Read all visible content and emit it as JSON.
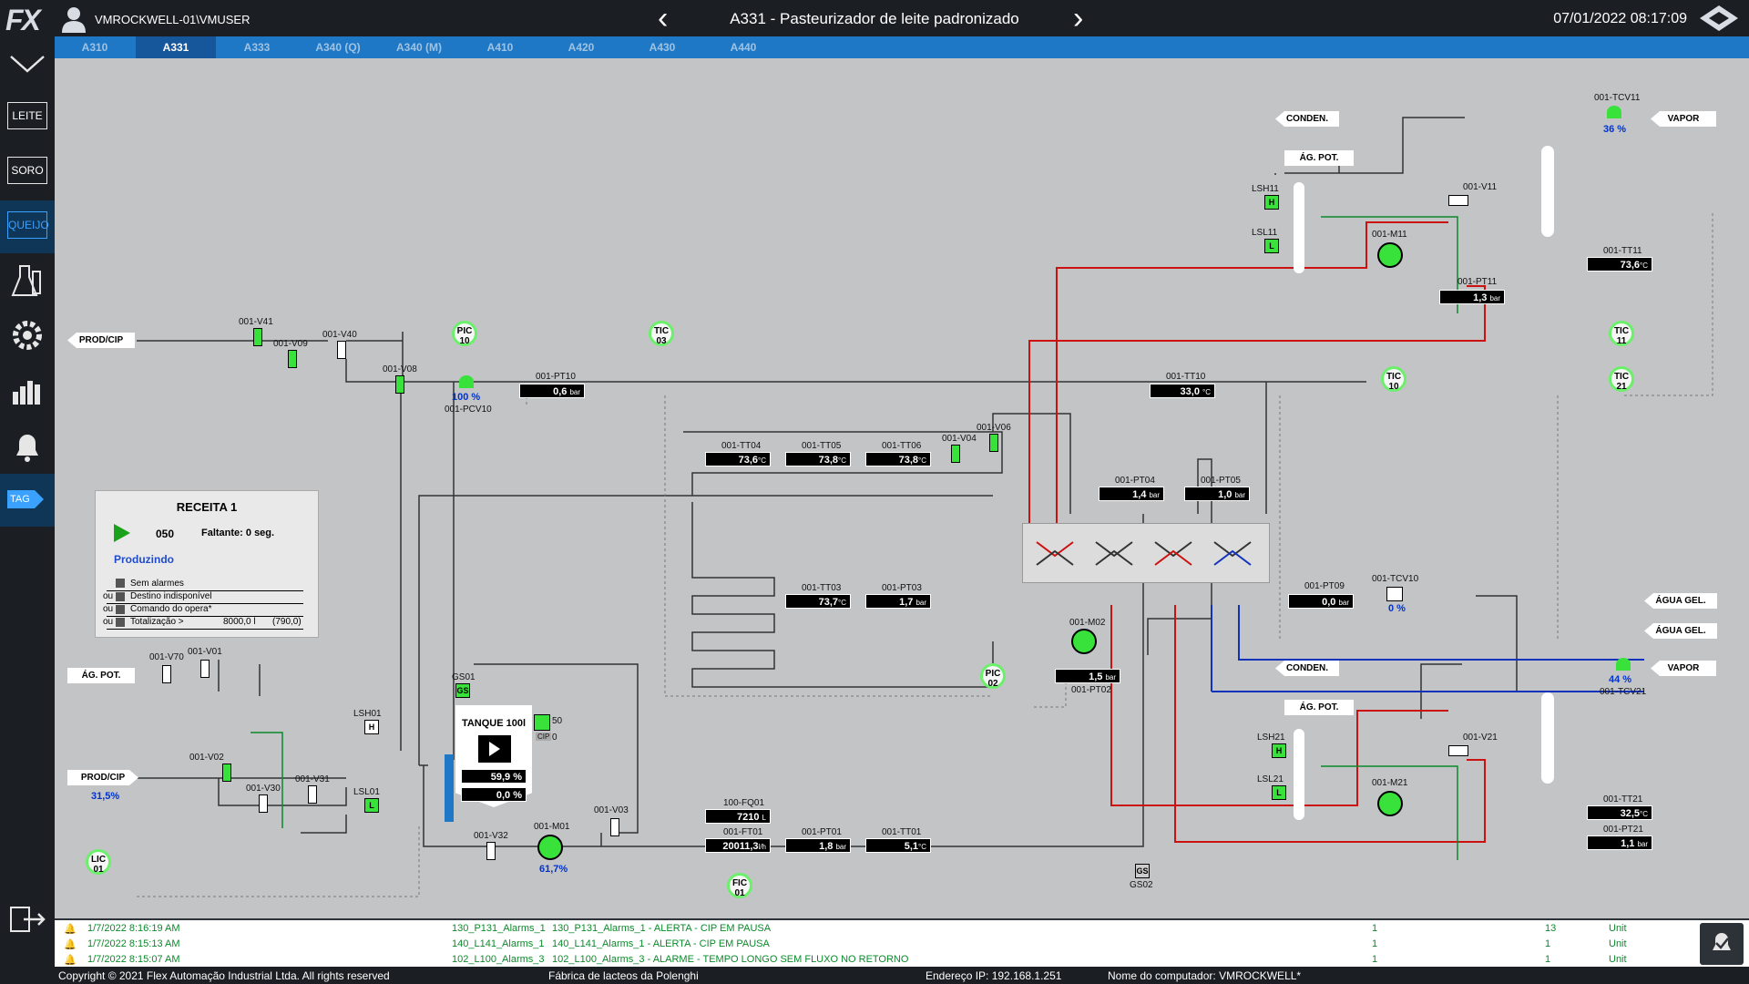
{
  "header": {
    "logo": "FX",
    "user": "VMROCKWELL-01\\VMUSER",
    "title": "A331 - Pasteurizador de leite padronizado",
    "datetime": "07/01/2022 08:17:09"
  },
  "tabs": [
    "A310",
    "A331",
    "A333",
    "A340 (Q)",
    "A340 (M)",
    "A410",
    "A420",
    "A430",
    "A440"
  ],
  "active_tab": "A331",
  "sidebar": {
    "items": [
      {
        "label": "LEITE"
      },
      {
        "label": "SORO"
      },
      {
        "label": "QUEIJO"
      }
    ],
    "tag_label": "TAG"
  },
  "recipe": {
    "title": "RECEITA 1",
    "step": "050",
    "remaining": "Faltante: 0 seg.",
    "status": "Produzindo",
    "conditions": [
      {
        "prefix": "",
        "text": "Sem alarmes"
      },
      {
        "prefix": "ou",
        "text": "Destino indisponível"
      },
      {
        "prefix": "ou",
        "text": "Comando do opera*"
      },
      {
        "prefix": "ou",
        "text": "Totalização >",
        "value": "8000,0 l",
        "extra": "(790,0)"
      }
    ]
  },
  "connectors": {
    "prod_cip_top": "PROD/CIP",
    "ag_pot_left": "ÁG. POT.",
    "prod_cip_left": "PROD/CIP",
    "conden_top": "CONDEN.",
    "ag_pot_top": "ÁG. POT.",
    "vapor_top": "VAPOR",
    "agua_gel_1": "ÁGUA GEL.",
    "agua_gel_2": "ÁGUA GEL.",
    "conden_bottom": "CONDEN.",
    "ag_pot_bottom": "ÁG. POT.",
    "vapor_bottom": "VAPOR"
  },
  "instruments": {
    "pt10": {
      "tag": "001-PT10",
      "value": "0,6",
      "unit": "bar"
    },
    "tt10": {
      "tag": "001-TT10",
      "value": "33,0",
      "unit": "°C"
    },
    "tt04": {
      "tag": "001-TT04",
      "value": "73,6",
      "unit": "°C"
    },
    "tt05": {
      "tag": "001-TT05",
      "value": "73,8",
      "unit": "°C"
    },
    "tt06": {
      "tag": "001-TT06",
      "value": "73,8",
      "unit": "°C"
    },
    "tt03": {
      "tag": "001-TT03",
      "value": "73,7",
      "unit": "°C"
    },
    "pt03": {
      "tag": "001-PT03",
      "value": "1,7",
      "unit": "bar"
    },
    "pt04": {
      "tag": "001-PT04",
      "value": "1,4",
      "unit": "bar"
    },
    "pt05": {
      "tag": "001-PT05",
      "value": "1,0",
      "unit": "bar"
    },
    "pt09": {
      "tag": "001-PT09",
      "value": "0,0",
      "unit": "bar"
    },
    "pt02": {
      "tag": "001-PT02",
      "value": "1,5",
      "unit": "bar"
    },
    "pt11": {
      "tag": "001-PT11",
      "value": "1,3",
      "unit": "bar"
    },
    "tt11": {
      "tag": "001-TT11",
      "value": "73,6",
      "unit": "°C"
    },
    "tt21": {
      "tag": "001-TT21",
      "value": "32,5",
      "unit": "°C"
    },
    "pt21": {
      "tag": "001-PT21",
      "value": "1,1",
      "unit": "bar"
    },
    "fq01": {
      "tag": "100-FQ01",
      "value": "7210",
      "unit": "L"
    },
    "ft01": {
      "tag": "001-FT01",
      "value": "20011,3",
      "unit": "l/h"
    },
    "pt01": {
      "tag": "001-PT01",
      "value": "1,8",
      "unit": "bar"
    },
    "tt01": {
      "tag": "001-TT01",
      "value": "5,1",
      "unit": "°C"
    }
  },
  "controllers": {
    "pic10": {
      "name": "PIC",
      "num": "10"
    },
    "tic03": {
      "name": "TIC",
      "num": "03"
    },
    "tic11": {
      "name": "TIC",
      "num": "11"
    },
    "tic10": {
      "name": "TIC",
      "num": "10"
    },
    "tic21": {
      "name": "TIC",
      "num": "21"
    },
    "pic02": {
      "name": "PIC",
      "num": "02"
    },
    "lic01": {
      "name": "LIC",
      "num": "01"
    },
    "fic01": {
      "name": "FIC",
      "num": "01"
    }
  },
  "valves": {
    "v41": "001-V41",
    "v09": "001-V09",
    "v40": "001-V40",
    "v08": "001-V08",
    "v04": "001-V04",
    "v06": "001-V06",
    "v70": "001-V70",
    "v01": "001-V01",
    "v02": "001-V02",
    "v30": "001-V30",
    "v31": "001-V31",
    "v32": "001-V32",
    "v03": "001-V03",
    "v11": "001-V11",
    "v21": "001-V21",
    "pcv10": "001-PCV10",
    "tcv10": "001-TCV10",
    "tcv11": "001-TCV11",
    "tcv21": "001-TCV21"
  },
  "valve_openings": {
    "pcv10": "100 %",
    "tcv10": "0 %",
    "tcv11": "36 %",
    "tcv21": "44 %",
    "prod_cip": "31,5%"
  },
  "motors": {
    "m11": "001-M11",
    "m02": "001-M02",
    "m21": "001-M21",
    "m01": "001-M01",
    "m01_speed": "61,7%"
  },
  "levels": {
    "lsh11": "LSH11",
    "lsl11": "LSL11",
    "lsh21": "LSH21",
    "lsl21": "LSL21",
    "lsh01": "LSH01",
    "lsl01": "LSL01",
    "gs01": "GS01",
    "gs02": "GS02",
    "h": "H",
    "l": "L",
    "gs": "GS"
  },
  "tank": {
    "title": "TANQUE 100l",
    "level": "59,9 %",
    "value2": "0,0 %",
    "agit_speed": "50",
    "cip_label": "CIP",
    "cip_value": "0"
  },
  "alarms": [
    {
      "date": "1/7/2022 8:16:19 AM",
      "source": "130_P131_Alarms_1",
      "message": "130_P131_Alarms_1 - ALERTA - CIP EM PAUSA",
      "c1": "1",
      "c2": "13",
      "unit": "Unit"
    },
    {
      "date": "1/7/2022 8:15:13 AM",
      "source": "140_L141_Alarms_1",
      "message": "140_L141_Alarms_1 - ALERTA - CIP EM PAUSA",
      "c1": "1",
      "c2": "1",
      "unit": "Unit"
    },
    {
      "date": "1/7/2022 8:15:07 AM",
      "source": "102_L100_Alarms_3",
      "message": "102_L100_Alarms_3 - ALARME - TEMPO LONGO SEM FLUXO NO RETORNO",
      "c1": "1",
      "c2": "1",
      "unit": "Unit"
    }
  ],
  "footer": {
    "copyright": "Copyright © 2021 Flex Automação Industrial Ltda. All rights reserved",
    "plant": "Fábrica de lacteos da Polenghi",
    "ip": "Endereço IP: 192.168.1.251",
    "computer": "Nome do computador: VMROCKWELL*"
  },
  "colors": {
    "accent_blue": "#1f78c6",
    "active_green": "#39e23b",
    "hot_line": "#cc1111",
    "cold_line": "#1133bb",
    "water_line": "#0a8a2a"
  }
}
